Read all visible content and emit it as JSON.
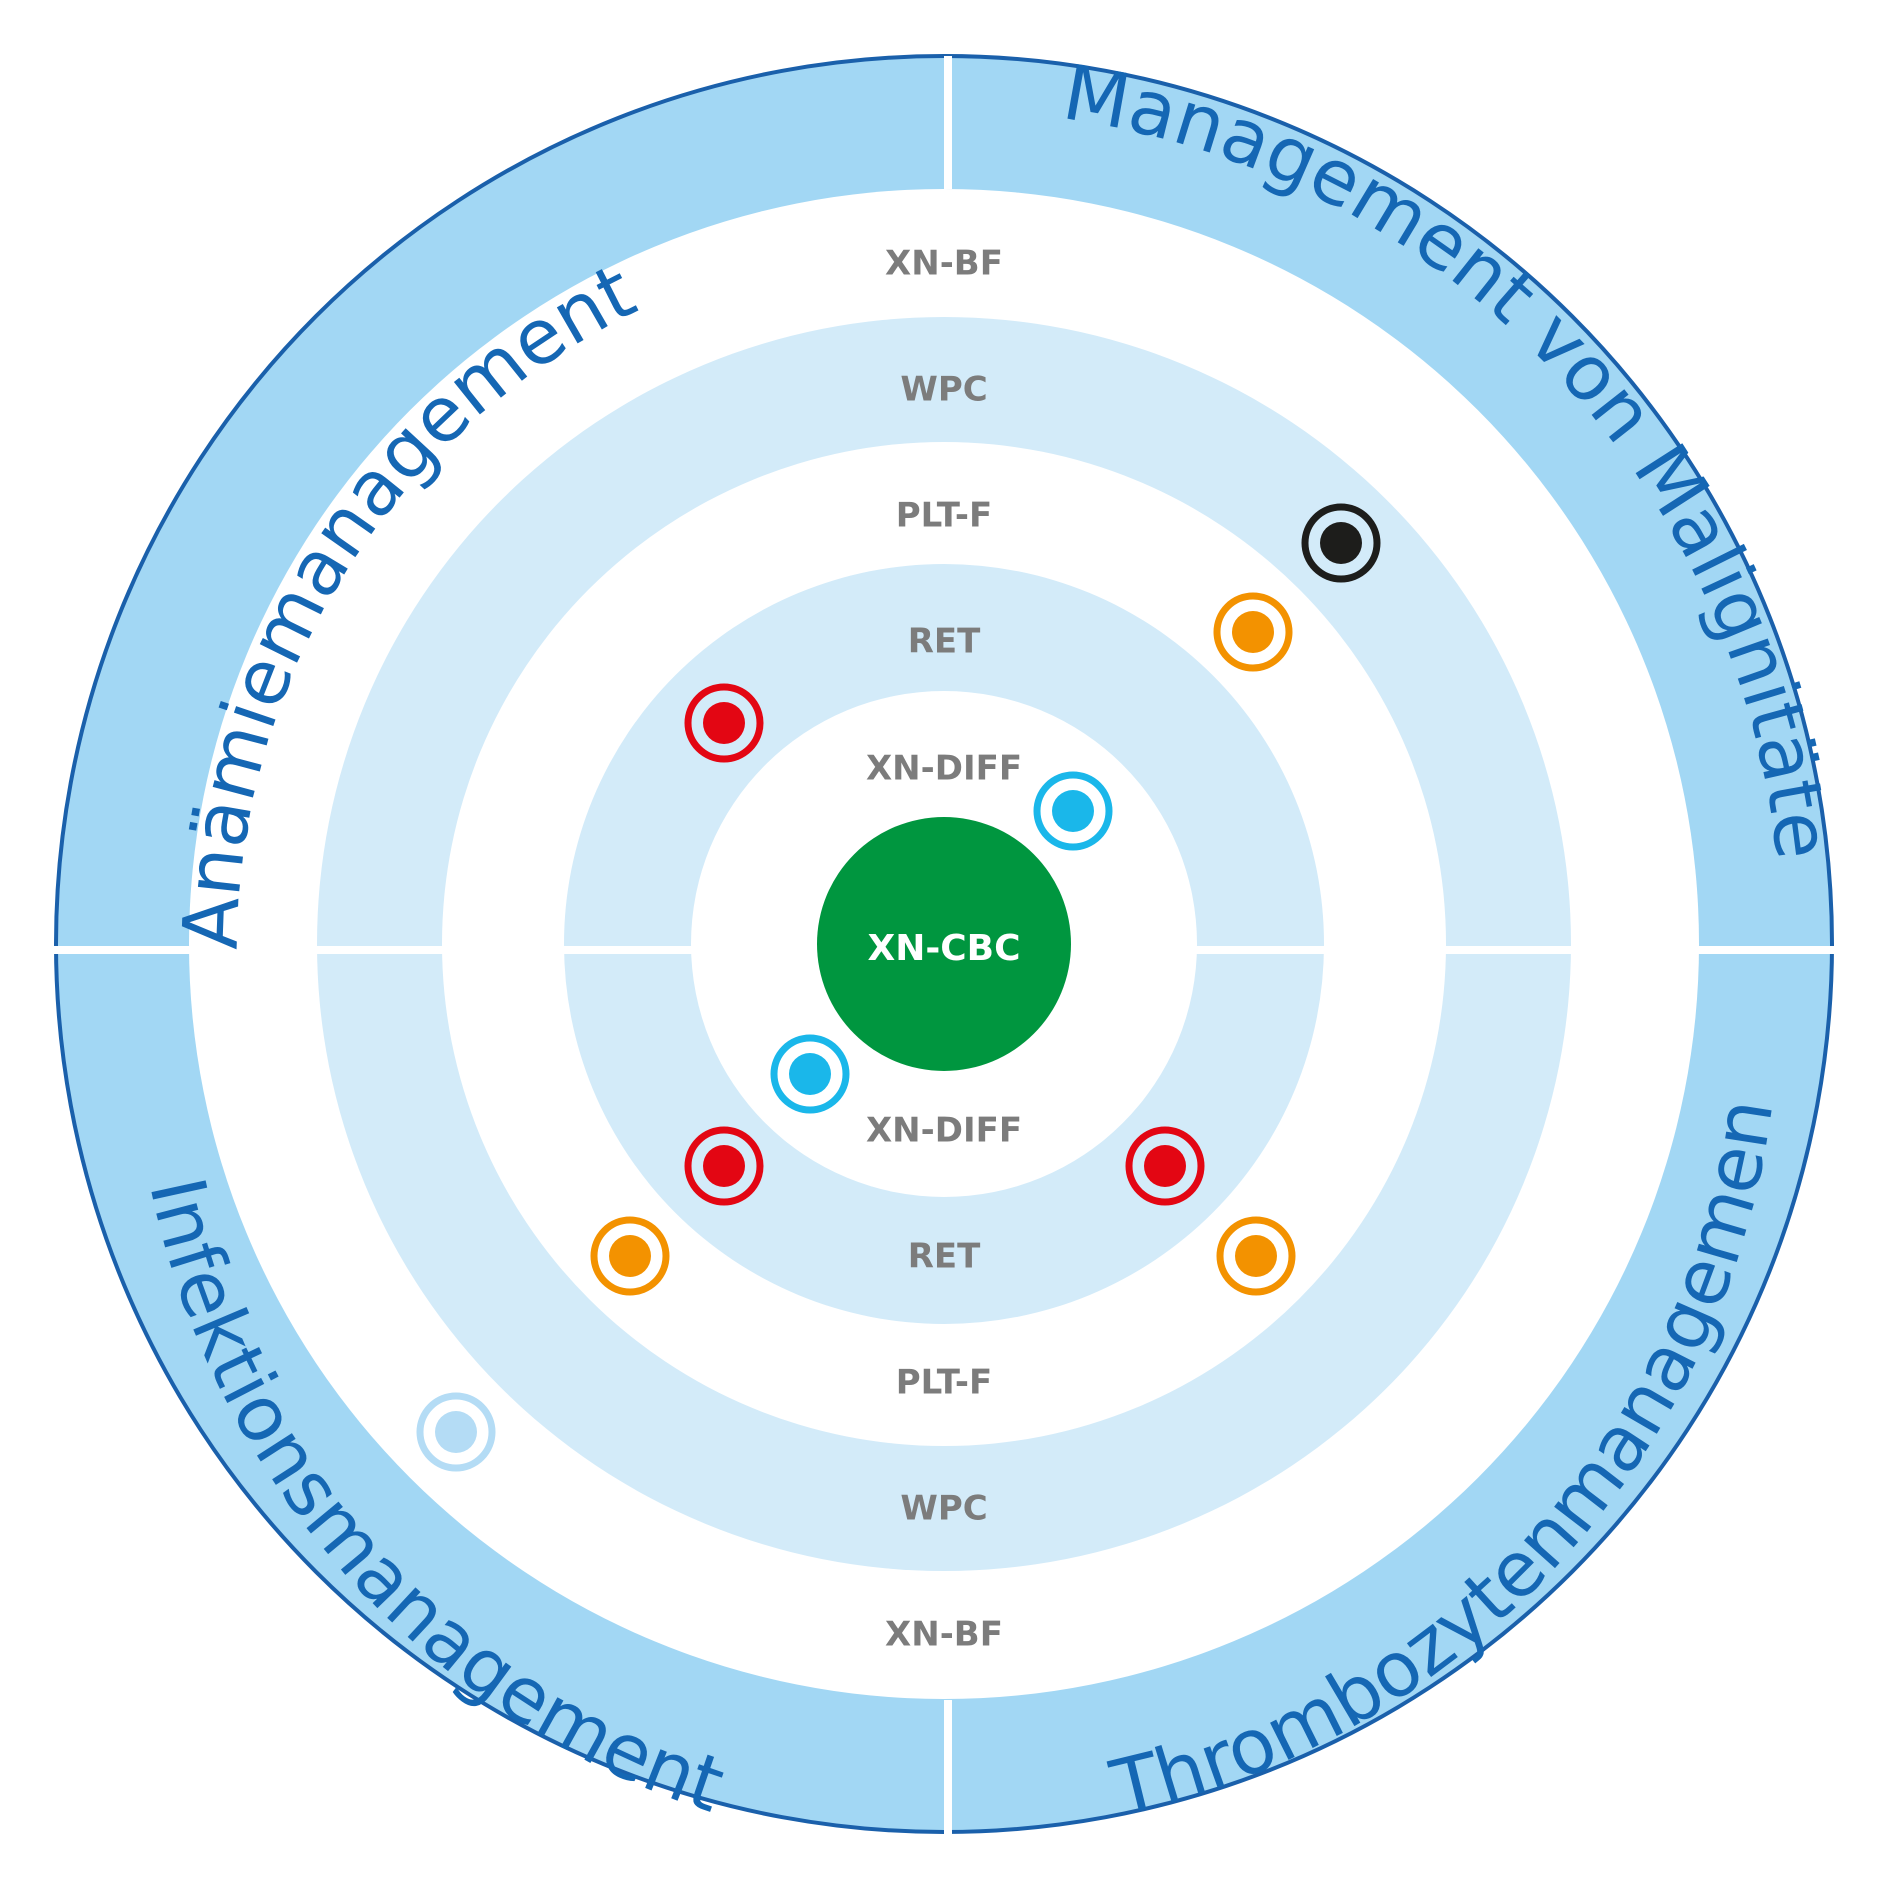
{
  "colors": {
    "outer_band": "#a2d7f4",
    "outer_stroke": "#1a60ab",
    "inner_band": "#d3ebf9",
    "white": "#ffffff",
    "center": "#00963f",
    "label_gray": "#7c7c7c",
    "title_blue": "#1567b4"
  },
  "center": {
    "label": "XN-CBC"
  },
  "rings_top": [
    "XN-BF",
    "WPC",
    "PLT-F",
    "RET",
    "XN-DIFF"
  ],
  "rings_bottom": [
    "XN-DIFF",
    "RET",
    "PLT-F",
    "WPC",
    "XN-BF"
  ],
  "quadrants": {
    "top_left": "Anämiemanagement",
    "top_right": "Management von Malignitäten",
    "bottom_left": "Infektionsmanagement",
    "bottom_right": "Thrombozytenmanagement"
  },
  "markers": [
    {
      "name": "marker-black",
      "color": "#1d1d1b"
    },
    {
      "name": "marker-orange",
      "color": "#f39200"
    },
    {
      "name": "marker-red",
      "color": "#e30613"
    },
    {
      "name": "marker-cyan",
      "color": "#1ab7ea"
    },
    {
      "name": "marker-light-blue",
      "color": "#b4dcf5"
    }
  ]
}
